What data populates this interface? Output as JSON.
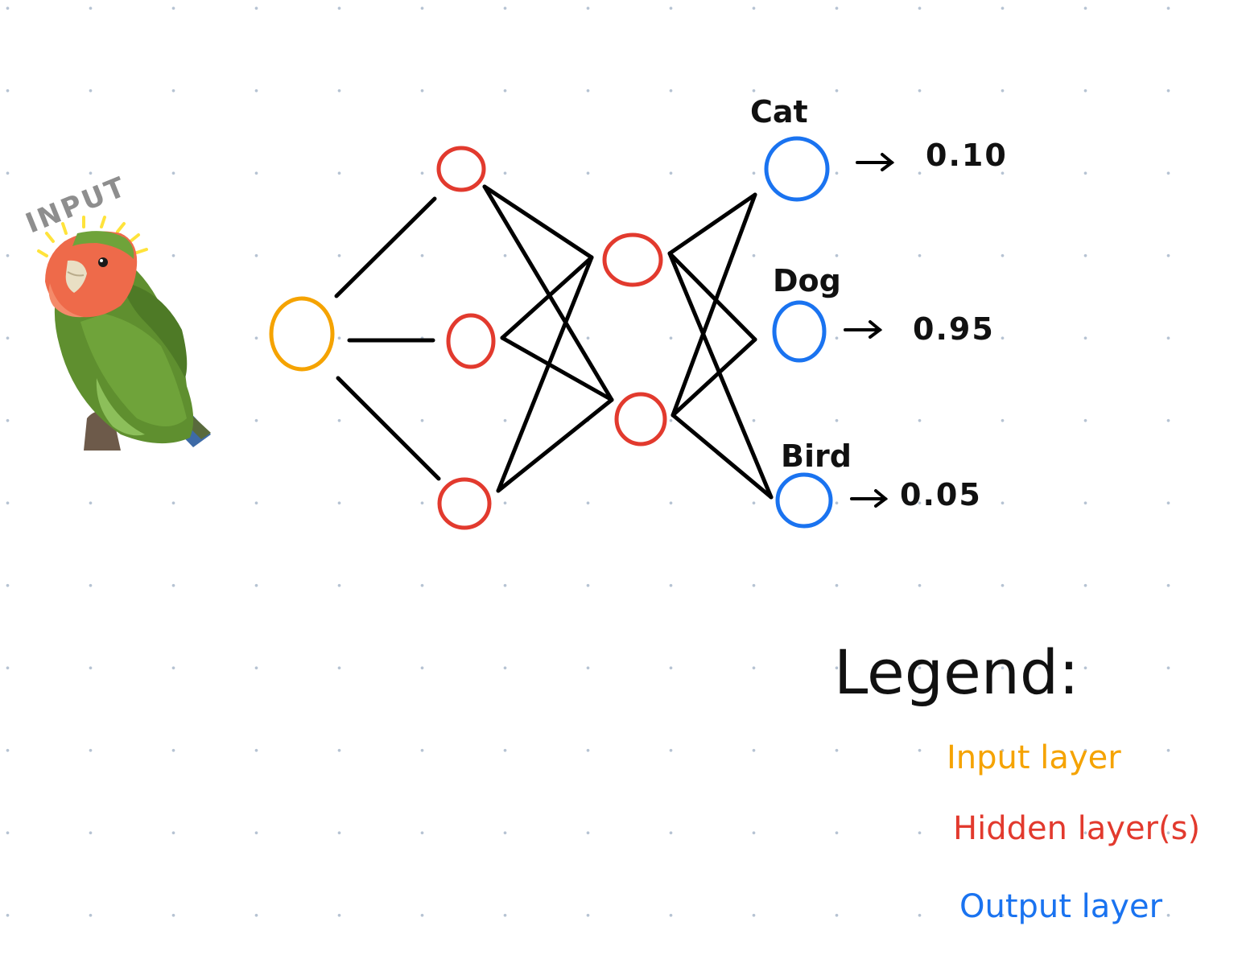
{
  "input_image": {
    "tag": "INPUT",
    "subject": "lovebird-illustration",
    "colors": {
      "tag": "#8e8e8e",
      "glow": "#ffe33b"
    }
  },
  "network": {
    "colors": {
      "input": "#f5a300",
      "hidden": "#e23a2e",
      "output": "#1a73f0",
      "edges": "#000000"
    },
    "layers": [
      {
        "role": "input",
        "nodes": 1
      },
      {
        "role": "hidden",
        "nodes": 3
      },
      {
        "role": "hidden",
        "nodes": 2
      },
      {
        "role": "output",
        "nodes": 3
      }
    ],
    "outputs": [
      {
        "label": "Cat",
        "probability": "0.10"
      },
      {
        "label": "Dog",
        "probability": "0.95"
      },
      {
        "label": "Bird",
        "probability": "0.05"
      }
    ]
  },
  "legend": {
    "title": "Legend:",
    "items": [
      {
        "label": "Input layer",
        "color": "#f5a300"
      },
      {
        "label": "Hidden layer(s)",
        "color": "#e23a2e"
      },
      {
        "label": "Output layer",
        "color": "#1a73f0"
      }
    ]
  }
}
